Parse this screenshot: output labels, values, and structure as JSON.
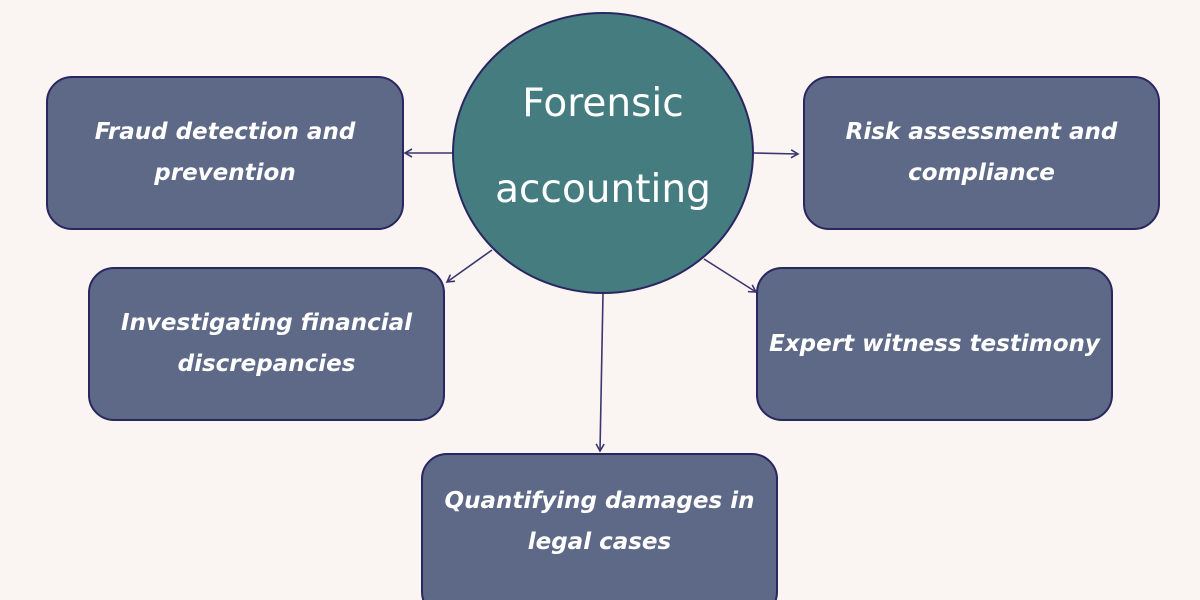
{
  "colors": {
    "background": "#faf4f2",
    "box_fill": "#5d6987",
    "box_border": "#2a2660",
    "hub_fill": "#457c80",
    "arrow": "#3b3670",
    "text": "#ffffff"
  },
  "hub": {
    "line1": "Forensic",
    "line2": "accounting"
  },
  "nodes": {
    "fraud": {
      "line1": "Fraud detection and",
      "line2": "prevention"
    },
    "risk": {
      "line1": "Risk assessment and",
      "line2": "compliance"
    },
    "investigating": {
      "line1": "Investigating financial",
      "line2": "discrepancies"
    },
    "expert": {
      "line1": "Expert witness testimony"
    },
    "quantifying": {
      "line1": "Quantifying damages in",
      "line2": "legal cases"
    }
  }
}
